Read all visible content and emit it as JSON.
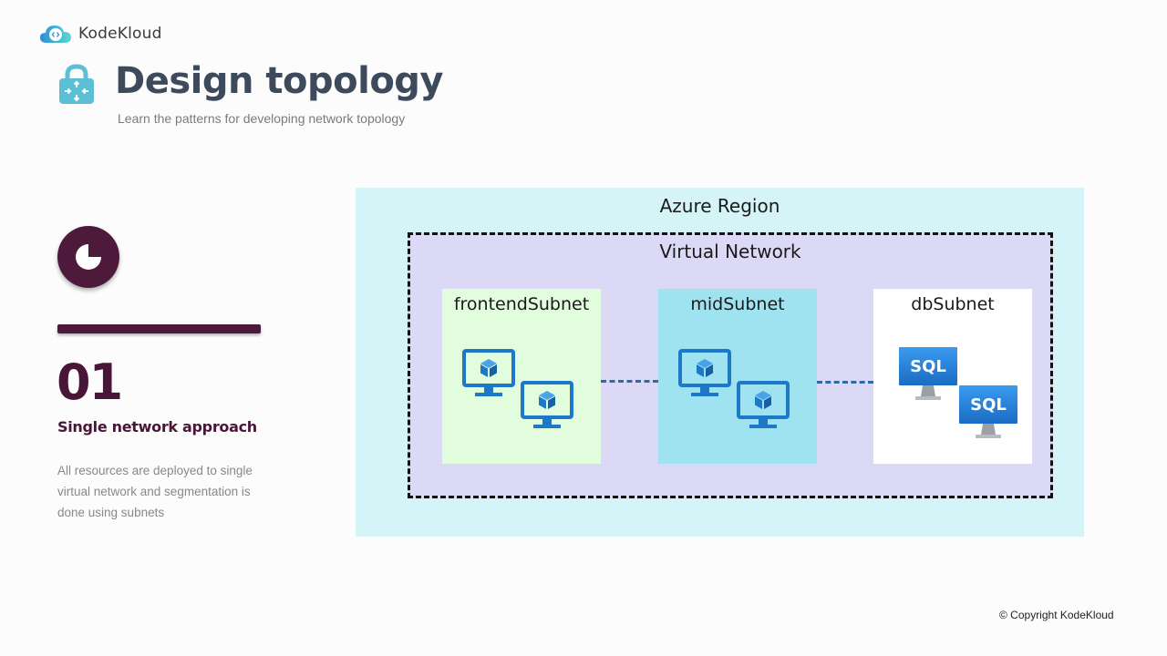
{
  "brand": {
    "name": "KodeKloud",
    "accent": "#3fb8d8"
  },
  "header": {
    "title": "Design topology",
    "subtitle": "Learn the patterns for developing network topology",
    "icon": "network-lock-icon"
  },
  "step": {
    "icon": "clock-icon",
    "number": "01",
    "title": "Single network approach",
    "description": "All resources are deployed to single virtual network and segmentation is done using subnets",
    "color": "#4e1a3c"
  },
  "diagram": {
    "region_label": "Azure Region",
    "vnet_label": "Virtual Network",
    "subnets": [
      {
        "label": "frontendSubnet",
        "resource": "vm-icon",
        "count": 2
      },
      {
        "label": "midSubnet",
        "resource": "vm-icon",
        "count": 2
      },
      {
        "label": "dbSubnet",
        "resource": "sql-server-icon",
        "count": 2,
        "resource_text": "SQL"
      }
    ],
    "colors": {
      "region": "#d4f4f8",
      "vnet": "#dcd9f6",
      "frontend": "#e2fcde",
      "mid": "#9fe3f0",
      "db": "#ffffff",
      "icon": "#1e78c8"
    }
  },
  "footer": {
    "copyright": "© Copyright KodeKloud"
  }
}
